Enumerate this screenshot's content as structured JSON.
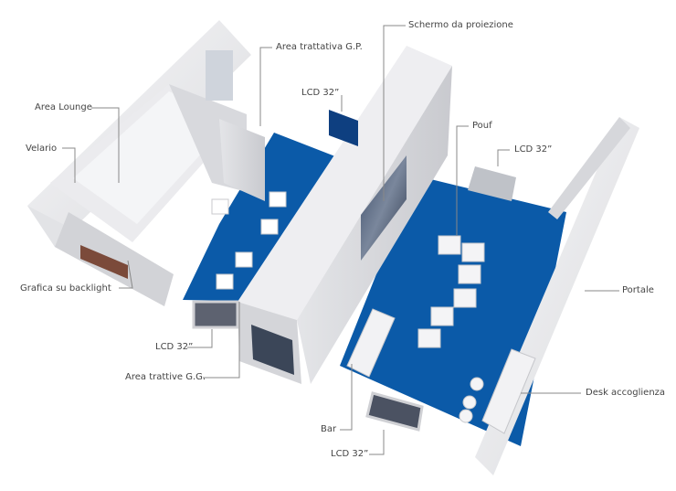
{
  "labels": {
    "area_lounge": "Area Lounge",
    "velario": "Velario",
    "grafica": "Grafica su backlight",
    "area_gp": "Area trattativa G.P.",
    "lcd_top": "LCD 32”",
    "schermo": "Schermo da proiezione",
    "pouf": "Pouf",
    "lcd_right": "LCD 32”",
    "portale": "Portale",
    "desk": "Desk accoglienza",
    "lcd_left": "LCD 32”",
    "area_gg": "Area trattive G.G.",
    "bar": "Bar",
    "lcd_bottom": "LCD 32”"
  },
  "colors": {
    "floor_blue": "#0b5aa8",
    "wall_light": "#f1f1f3",
    "wall_mid": "#dedfe3",
    "wall_dark": "#c5c7cc",
    "leader": "#888888"
  }
}
